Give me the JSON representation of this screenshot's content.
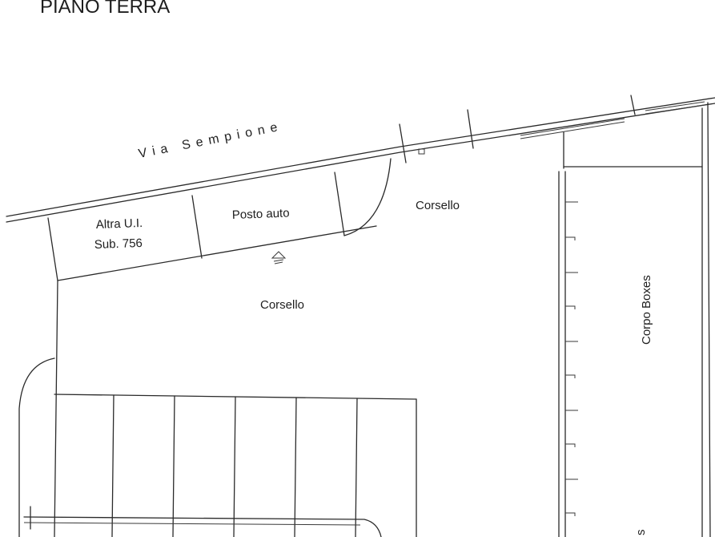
{
  "plan": {
    "title": "PIANO TERRA",
    "street": "Via Sempione",
    "rooms": {
      "altra_line1": "Altra U.I.",
      "altra_line2": "Sub. 756",
      "posto_auto": "Posto auto",
      "corsello_top": "Corsello",
      "corsello_main": "Corsello",
      "corpo_boxes": "Corpo Boxes",
      "partial_bottom": "s"
    },
    "icons": [
      "entrance-arrow-icon"
    ]
  }
}
